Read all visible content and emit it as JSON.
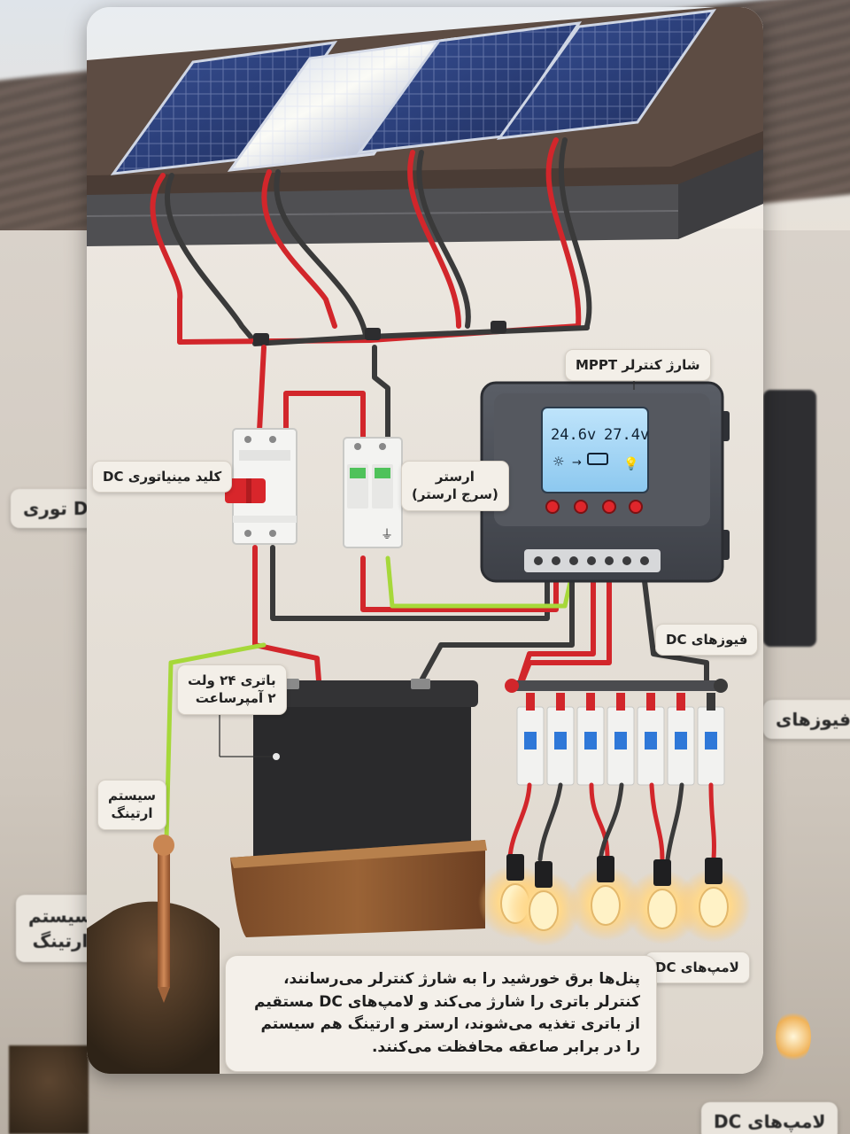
{
  "labels": {
    "mppt": "شارژ کنترلر MPPT",
    "dc_breaker": "کلید مینیاتوری DC",
    "arrester_line1": "ارستر",
    "arrester_line2": "(سرج ارستر)",
    "battery_line1": "باتری ۲۴ ولت",
    "battery_line2": "۲ آمپرساعت",
    "earthing_line1": "سیستم",
    "earthing_line2": "ارتینگ",
    "dc_fuses": "فیوزهای DC",
    "dc_lamps": "لامپ‌های DC"
  },
  "caption": "پنل‌ها برق خورشید را به شارژ کنترلر می‌رسانند، کنترلر باتری را شارژ می‌کند و لامپ‌های DC مستقیم از باتری تغذیه می‌شوند، ارستر و ارتینگ هم سیستم را در برابر صاعقه محافظت می‌کنند.",
  "controller": {
    "pv_voltage": "24.6v",
    "battery_voltage": "27.4v"
  },
  "background_labels": {
    "left_breaker": "توری DC",
    "left_earthing_line1": "سیستم",
    "left_earthing_line2": "ارتینگ",
    "right_fuses": "فیوزهای",
    "bottom_lamps": "لامپ‌های DC"
  },
  "colors": {
    "positive_wire": "#d2262b",
    "negative_wire": "#3a3a3a",
    "earth_wire": "#a6d83a",
    "panel_blue": "#2b3f7a",
    "controller_body": "#4a4d55"
  }
}
